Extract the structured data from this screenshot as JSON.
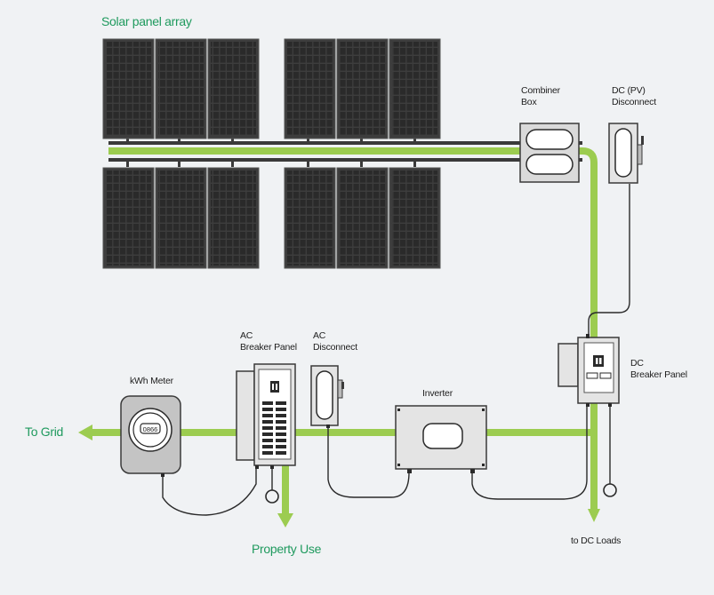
{
  "labels": {
    "solar_array": "Solar panel array",
    "combiner_box": [
      "Combiner",
      "Box"
    ],
    "dc_pv_disconnect": [
      "DC (PV)",
      "Disconnect"
    ],
    "ac_breaker_panel": [
      "AC",
      "Breaker Panel"
    ],
    "ac_disconnect": [
      "AC",
      "Disconnect"
    ],
    "kwh_meter": "kWh Meter",
    "meter_reading": "0866",
    "inverter": "Inverter",
    "dc_breaker_panel": [
      "DC",
      "Breaker Panel"
    ],
    "to_grid": "To Grid",
    "property_use": "Property Use",
    "to_dc_loads": "to DC Loads"
  },
  "colors": {
    "flow_green": "#9ccc50",
    "label_green": "#1f9a5e",
    "panel_frame": "#4a4a4a",
    "panel_cell": "#2a2a2a",
    "enclosure_fill": "#e4e4e4",
    "background": "#f0f2f4"
  }
}
